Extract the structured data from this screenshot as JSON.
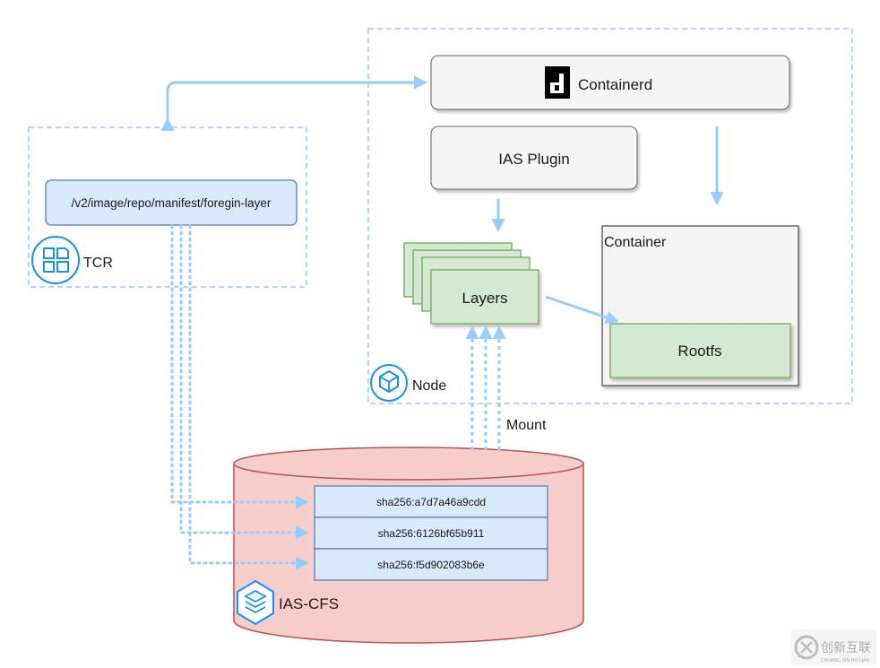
{
  "node": {
    "label": "Node"
  },
  "containerd": {
    "label": "Containerd"
  },
  "ias_plugin": {
    "label": "IAS Plugin"
  },
  "container": {
    "label": "Container",
    "rootfs": "Rootfs"
  },
  "layers": {
    "label": "Layers"
  },
  "tcr": {
    "label": "TCR",
    "endpoint": "/v2/image/repo/manifest/foregin-layer"
  },
  "mount": {
    "label": "Mount"
  },
  "cfs": {
    "label": "IAS-CFS",
    "hashes": [
      "sha256:a7d7a46a9cdd",
      "sha256:6126bf65b911",
      "sha256:f5d902083b6e"
    ]
  },
  "watermark": {
    "text": "创新互联",
    "sub": "CHUANG XIN HU LIAN"
  },
  "colors": {
    "arrow": "#99CCFF",
    "dashed_border": "#99CCFF",
    "green_fill": "#D5E8D4",
    "green_stroke": "#82B366",
    "blue_fill": "#DAE8FC",
    "blue_stroke": "#6C8EBF",
    "red_fill": "#F8CECC",
    "red_stroke": "#B85450",
    "icon_blue": "#1890FF"
  }
}
